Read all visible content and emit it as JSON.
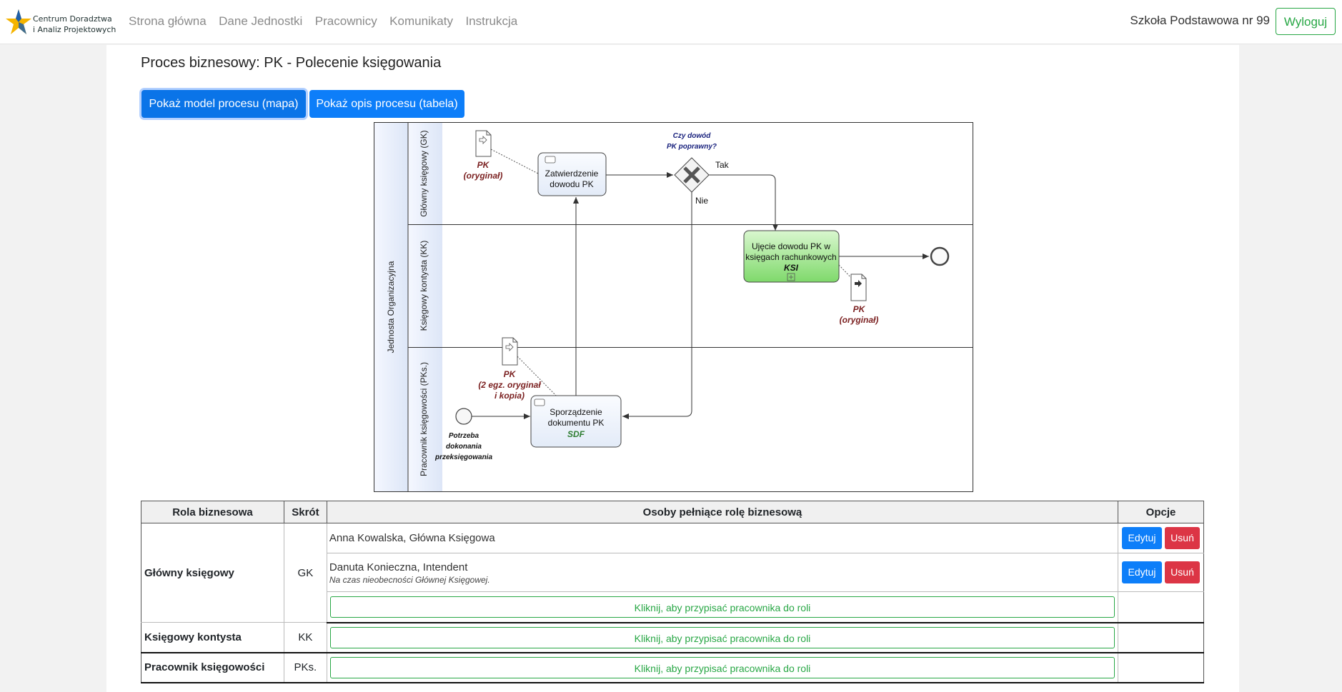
{
  "brand": {
    "line1": "Centrum Doradztwa",
    "line2": "i Analiz Projektowych"
  },
  "nav": {
    "links": [
      "Strona główna",
      "Dane Jednostki",
      "Pracownicy",
      "Komunikaty",
      "Instrukcja"
    ],
    "school": "Szkoła Podstawowa nr 99",
    "logout": "Wyloguj"
  },
  "page": {
    "title": "Proces biznesowy: PK - Polecenie księgowania",
    "btn_map": "Pokaż model procesu (mapa)",
    "btn_table": "Pokaż opis procesu (tabela)"
  },
  "diagram": {
    "pool": "Jednosta Organizacyjna",
    "lanes": [
      "Główny księgowy (GK)",
      "Księgowy kontysta (KK)",
      "Pracownik księgowości (PKs.)"
    ],
    "task_approve": [
      "Zatwierdzenie",
      "dowodu PK"
    ],
    "task_book": [
      "Ujęcie dowodu PK w",
      "księgach rachunkowych",
      "KSI"
    ],
    "task_create": [
      "Sporządzenie",
      "dokumentu PK",
      "SDF"
    ],
    "gateway_question": [
      "Czy dowód",
      "PK poprawny?"
    ],
    "flow_yes": "Tak",
    "flow_no": "Nie",
    "doc_pk_original_1": [
      "PK",
      "(oryginał)"
    ],
    "doc_pk_original_2": [
      "PK",
      "(oryginał)"
    ],
    "doc_pk_copies": [
      "PK",
      "(2 egz. oryginał",
      "i kopia)"
    ],
    "start_event": [
      "Potrzeba",
      "dokonania",
      "przeksięgowania"
    ],
    "colors": {
      "task_fill": "#edf2fb",
      "task_green": "#8fe07c",
      "doc_label": "#7a1f1f",
      "gateway_label": "#1a237e",
      "sdf": "#2e7d32"
    }
  },
  "table": {
    "headers": [
      "Rola biznesowa",
      "Skrót",
      "Osoby pełniące rolę biznesową",
      "Opcje"
    ],
    "edit": "Edytuj",
    "delete": "Usuń",
    "assign": "Kliknij, aby przypisać pracownika do roli",
    "roles": [
      {
        "name": "Główny księgowy",
        "abbr": "GK",
        "people": [
          {
            "name": "Anna Kowalska, Główna Księgowa",
            "note": ""
          },
          {
            "name": "Danuta Konieczna, Intendent",
            "note": "Na czas nieobecności Głównej Księgowej."
          }
        ]
      },
      {
        "name": "Księgowy kontysta",
        "abbr": "KK",
        "people": []
      },
      {
        "name": "Pracownik księgowości",
        "abbr": "PKs.",
        "people": []
      }
    ]
  }
}
